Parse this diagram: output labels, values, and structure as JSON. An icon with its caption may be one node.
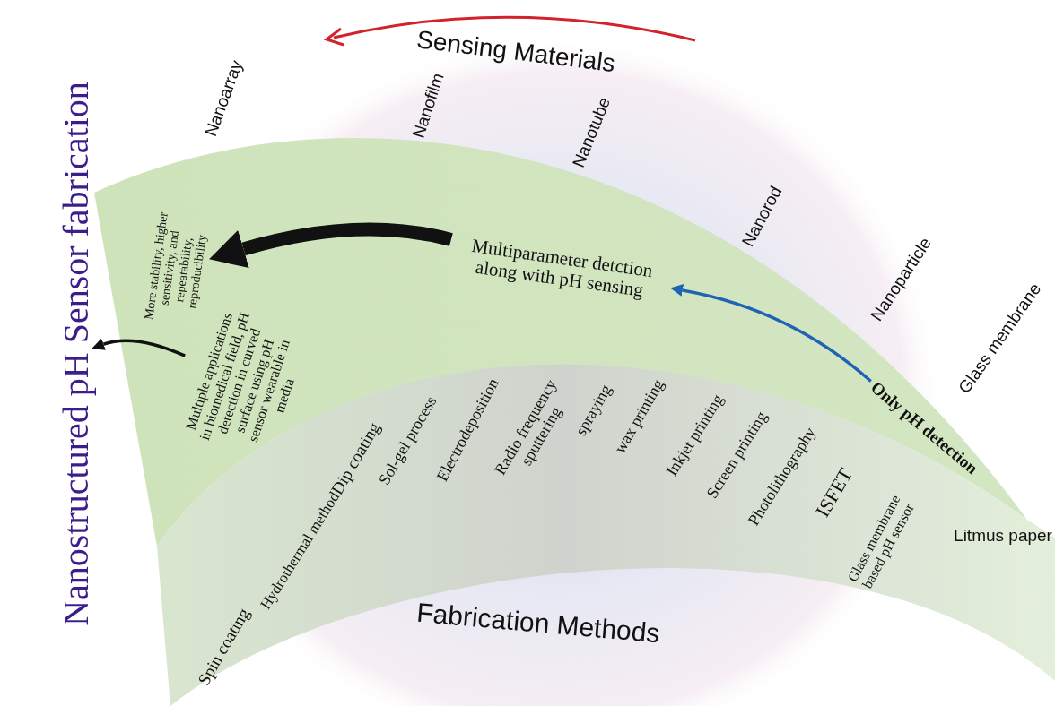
{
  "diagram": {
    "nodes": [
      {
        "text": [
          "Nanostructured pH Sensor fabrication"
        ]
      },
      {
        "text": [],
        "shape": "band"
      },
      {
        "text": [
          "More stability, higher sensitivity, and repeatability, reproducibility"
        ],
        "in": 1
      },
      {
        "text": [
          "Multiple applications in biomedical field, pH detection in curved surface using pH sensor wearable in media"
        ],
        "in": 1
      },
      {
        "text": [
          "Multiparameter detction along with pH sensing"
        ],
        "in": 1
      },
      {
        "text": [
          "Only pH detection"
        ],
        "in": 1
      },
      {
        "text": [],
        "shape": "band"
      },
      {
        "text": [
          "Spin coating"
        ],
        "in": 6
      },
      {
        "text": [
          "Hydrothermal method"
        ],
        "in": 6
      },
      {
        "text": [
          "Dip coating"
        ],
        "in": 6
      },
      {
        "text": [
          "Sol-gel process"
        ],
        "in": 6
      },
      {
        "text": [
          "Electrodeposition"
        ],
        "in": 6
      },
      {
        "text": [
          "Radio frequency sputtering"
        ],
        "in": 6
      },
      {
        "text": [
          "spraying"
        ],
        "in": 6
      },
      {
        "text": [
          "wax printing"
        ],
        "in": 6
      },
      {
        "text": [
          "Inkjet printing"
        ],
        "in": 6
      },
      {
        "text": [
          "Screen printing"
        ],
        "in": 6
      },
      {
        "text": [
          "Photolithography"
        ],
        "in": 6
      },
      {
        "text": [
          "ISFET"
        ],
        "in": 6
      },
      {
        "text": [
          "Glass membrane based pH sensor"
        ],
        "in": 6
      },
      {
        "text": [
          "Litmus paper"
        ],
        "in": 6
      }
    ],
    "edges": [
      {
        "from": 4,
        "to": 2,
        "arrow": "to",
        "style": "thick"
      },
      {
        "from": 3,
        "to": 0,
        "arrow": "to"
      },
      {
        "from": 5,
        "to": 4,
        "arrow": "to",
        "color": "#1f64b4"
      }
    ],
    "labels": [
      "Sensing Materials",
      "Nanoarray",
      "Nanofilm",
      "Nanotube",
      "Nanorod",
      "Nanoparticle",
      "Glass membrane",
      "Fabrication Methods"
    ]
  }
}
